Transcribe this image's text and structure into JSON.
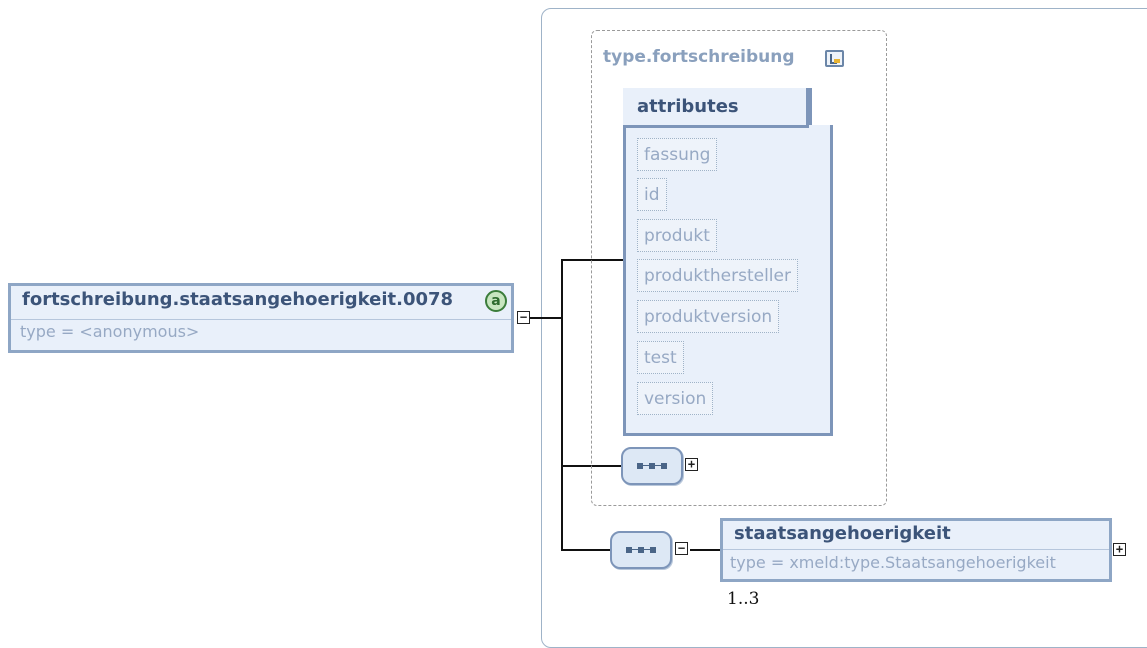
{
  "root_element": {
    "name": "fortschreibung.staatsangehoerigkeit.0078",
    "type_line": "type = <anonymous>",
    "attribute_marker": "a",
    "toggle": "−"
  },
  "type_group": {
    "title": "type.fortschreibung",
    "icon": "complex-type-icon"
  },
  "attributes": {
    "title": "attributes",
    "items": [
      "fassung",
      "id",
      "produkt",
      "produkthersteller",
      "produktversion",
      "test",
      "version"
    ]
  },
  "inner_sequence": {
    "icon": "sequence-icon",
    "toggle": "+"
  },
  "outer_sequence": {
    "icon": "sequence-icon",
    "toggle": "−"
  },
  "child_element": {
    "name": "staatsangehoerigkeit",
    "type_line": "type = xmeld:type.Staatsangehoerigkeit",
    "occurrence": "1..3",
    "toggle": "+"
  }
}
